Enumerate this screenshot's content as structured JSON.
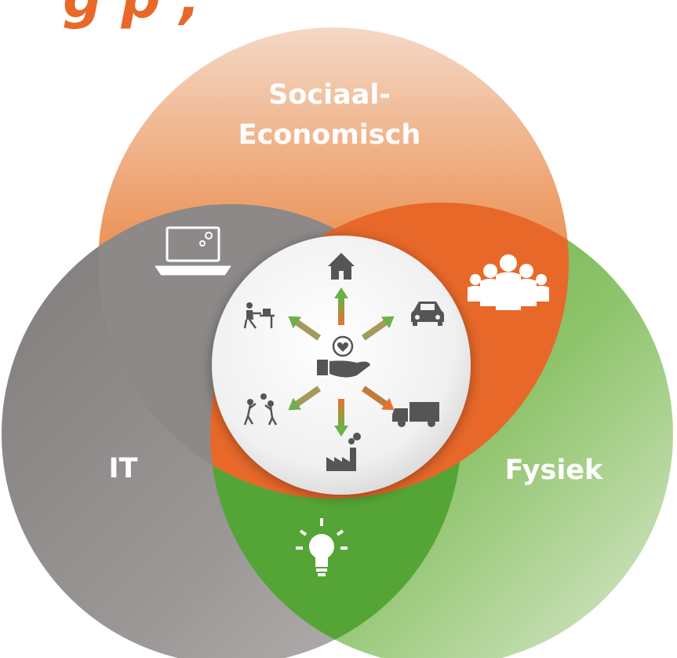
{
  "headline_fragment": "g    p       ,",
  "circles": {
    "socio": {
      "label_line1": "Sociaal-",
      "label_line2": "Economisch",
      "color": "#e8722c"
    },
    "it": {
      "label": "IT",
      "color": "#8f8c8b"
    },
    "fysiek": {
      "label": "Fysiek",
      "color": "#6bb04a"
    }
  },
  "center": {
    "core_icon": "hand-heart-icon",
    "spokes": [
      {
        "icon": "house-icon"
      },
      {
        "icon": "car-icon"
      },
      {
        "icon": "truck-icon"
      },
      {
        "icon": "factory-icon"
      },
      {
        "icon": "people-playing-icon"
      },
      {
        "icon": "person-at-desk-icon"
      }
    ]
  },
  "outer_icons": [
    "laptop-icon",
    "group-people-icon",
    "lightbulb-icon"
  ]
}
